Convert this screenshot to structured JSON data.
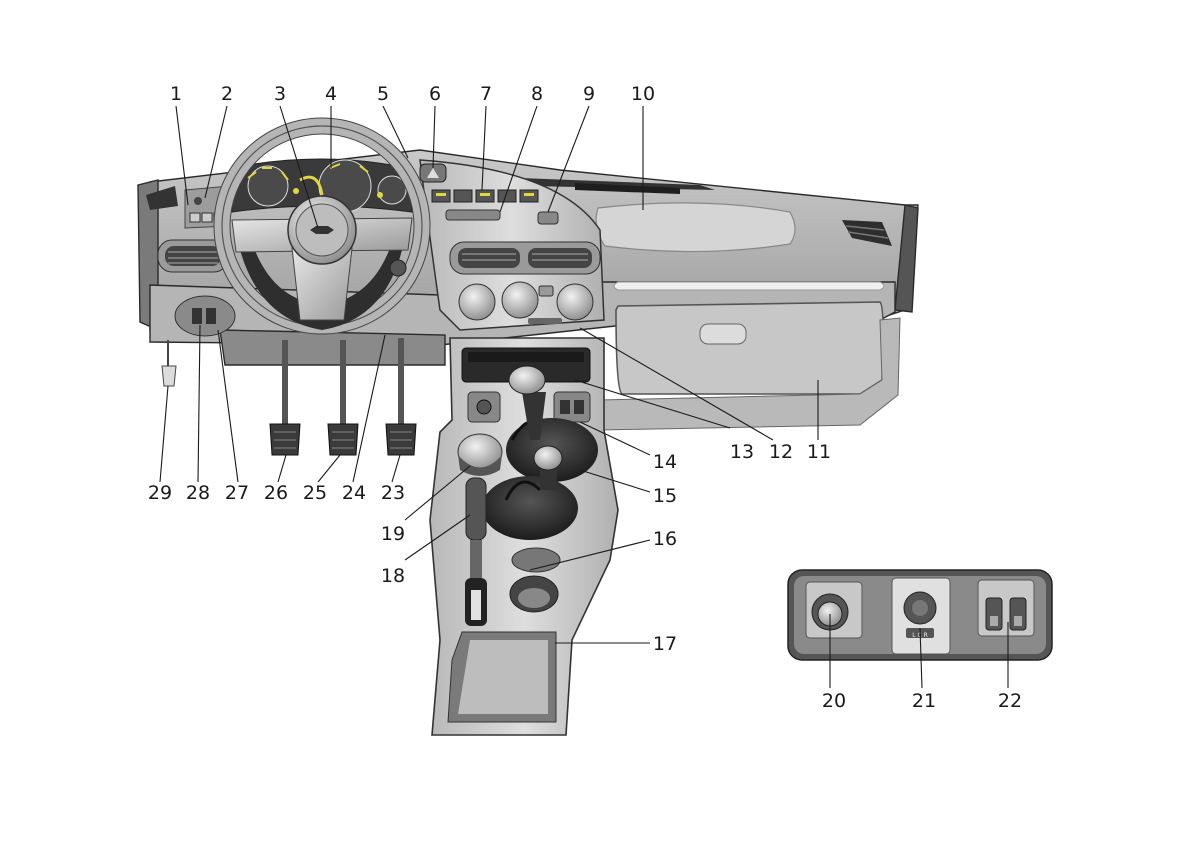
{
  "diagram": {
    "callouts": {
      "c1": "1",
      "c2": "2",
      "c3": "3",
      "c4": "4",
      "c5": "5",
      "c6": "6",
      "c7": "7",
      "c8": "8",
      "c9": "9",
      "c10": "10",
      "c11": "11",
      "c12": "12",
      "c13": "13",
      "c14": "14",
      "c15": "15",
      "c16": "16",
      "c17": "17",
      "c18": "18",
      "c19": "19",
      "c20": "20",
      "c21": "21",
      "c22": "22",
      "c23": "23",
      "c24": "24",
      "c25": "25",
      "c26": "26",
      "c27": "27",
      "c28": "28",
      "c29": "29"
    },
    "inset": {
      "mode_marking": "L  C  R"
    }
  }
}
